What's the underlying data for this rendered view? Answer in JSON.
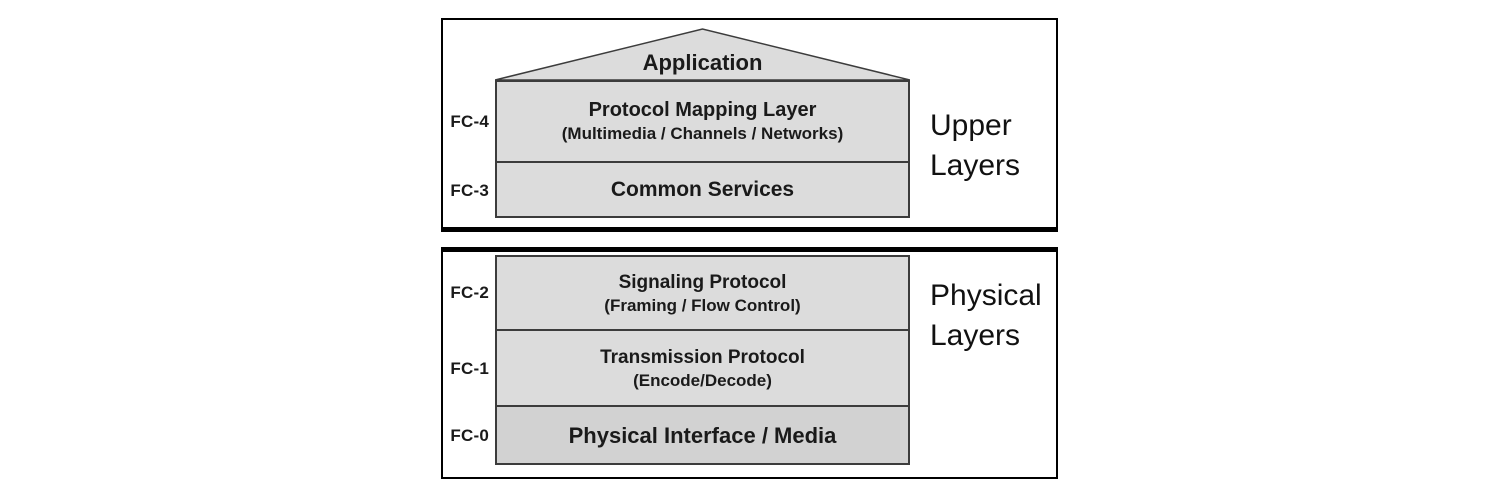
{
  "diagram": {
    "application_label": "Application",
    "upper_group": {
      "label": "Upper Layers",
      "layers": [
        {
          "id": "FC-4",
          "title": "Protocol Mapping Layer",
          "subtitle": "(Multimedia / Channels / Networks)"
        },
        {
          "id": "FC-3",
          "title": "Common Services"
        }
      ]
    },
    "lower_group": {
      "label": "Physical Layers",
      "layers": [
        {
          "id": "FC-2",
          "title": "Signaling Protocol",
          "subtitle": "(Framing / Flow Control)"
        },
        {
          "id": "FC-1",
          "title": "Transmission Protocol",
          "subtitle": "(Encode/Decode)"
        },
        {
          "id": "FC-0",
          "title": "Physical Interface / Media"
        }
      ]
    },
    "colors": {
      "layer_fill": "#dcdcdc",
      "fc0_fill": "#d2d2d2",
      "outline": "#000000"
    }
  }
}
